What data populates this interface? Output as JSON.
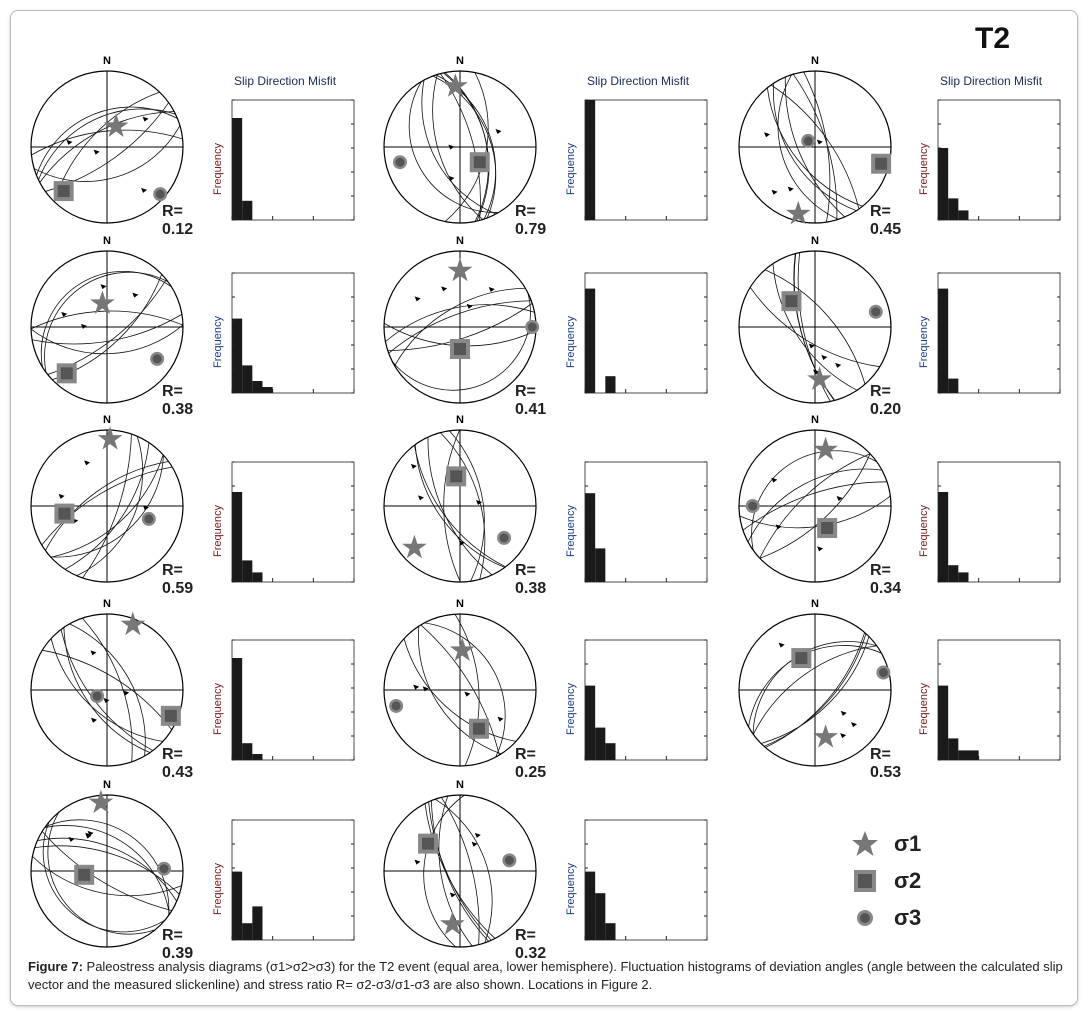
{
  "figure_label": "T2",
  "north_label": "N",
  "hist_title": "Slip Direction Misfit",
  "hist_ylabel": "Frequency",
  "colors": {
    "marker_fill": "#777777",
    "marker_inner": "#555555",
    "bar": "#1a1a1a"
  },
  "legend": [
    {
      "symbol": "star",
      "label": "σ1"
    },
    {
      "symbol": "square",
      "label": "σ2"
    },
    {
      "symbol": "circle",
      "label": "σ3"
    }
  ],
  "chart_data": {
    "type": "bar",
    "ylim": [
      0,
      1
    ],
    "panels": [
      {
        "R": "R= 0.12",
        "values": [
          0.85,
          0.16
        ]
      },
      {
        "R": "R= 0.79",
        "values": [
          1.0
        ]
      },
      {
        "R": "R= 0.45",
        "values": [
          0.6,
          0.18,
          0.08
        ]
      },
      {
        "R": "R= 0.38",
        "values": [
          0.62,
          0.23,
          0.1,
          0.05
        ]
      },
      {
        "R": "R= 0.41",
        "values": [
          0.87,
          0,
          0.14
        ]
      },
      {
        "R": "R= 0.20",
        "values": [
          0.87,
          0.12
        ]
      },
      {
        "R": "R= 0.59",
        "values": [
          0.75,
          0.18,
          0.08
        ]
      },
      {
        "R": "R= 0.38",
        "values": [
          0.74,
          0.28
        ]
      },
      {
        "R": "R= 0.34",
        "values": [
          0.75,
          0.14,
          0.08
        ]
      },
      {
        "R": "R= 0.43",
        "values": [
          0.85,
          0.14,
          0.05
        ]
      },
      {
        "R": "R= 0.25",
        "values": [
          0.62,
          0.27,
          0.14
        ]
      },
      {
        "R": "R= 0.53",
        "values": [
          0.62,
          0.18,
          0.08,
          0.08
        ]
      },
      {
        "R": "R= 0.39",
        "values": [
          0.57,
          0.14,
          0.28
        ]
      },
      {
        "R": "R= 0.32",
        "values": [
          0.57,
          0.39,
          0.14
        ]
      }
    ]
  },
  "caption": {
    "label": "Figure 7:",
    "text": " Paleostress analysis diagrams (σ1>σ2>σ3) for the T2 event (equal area, lower hemisphere). Fluctuation histograms of deviation angles (angle between the calculated slip vector and the measured slickenline) and stress ratio R= σ2-σ3/σ1-σ3 are also shown. Locations in Figure 2."
  }
}
